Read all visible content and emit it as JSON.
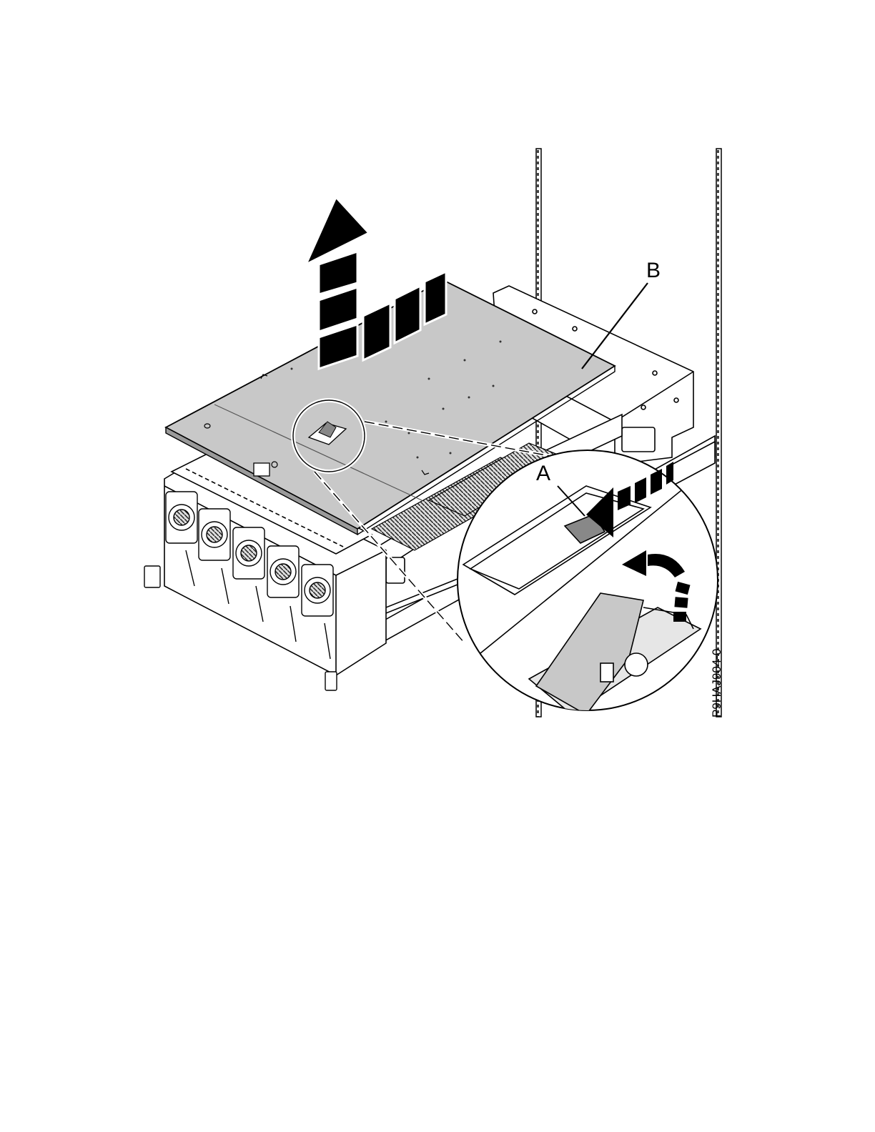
{
  "figure": {
    "callouts": {
      "a": "A",
      "b": "B"
    },
    "figure_id": "P9HAJ904-0"
  }
}
